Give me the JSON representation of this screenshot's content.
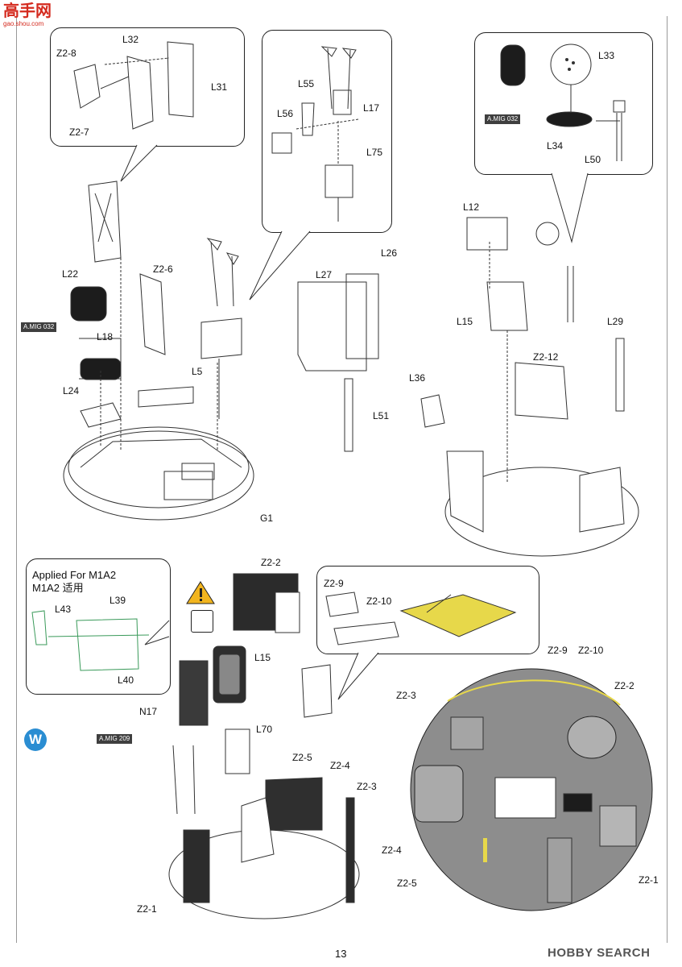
{
  "header": {
    "logo_text": "高手网",
    "logo_url_text": "gao.shou.com"
  },
  "footer": {
    "page_number": "13",
    "watermark": "HOBBY SEARCH"
  },
  "step_marker": "W",
  "paint_tags": [
    "A.MIG 032",
    "A.MIG 032",
    "A.MIG 209"
  ],
  "callouts": {
    "top_left": [
      "Z2-8",
      "L32",
      "L31",
      "Z2-7"
    ],
    "top_middle": [
      "L55",
      "L56",
      "L17",
      "L75"
    ],
    "top_right": [
      "L33",
      "L34",
      "L50"
    ],
    "applied_box": {
      "title_line1": "Applied For M1A2",
      "title_line2": "M1A2 适用",
      "labels": [
        "L43",
        "L39",
        "L40"
      ]
    },
    "middle_right": [
      "Z2-9",
      "Z2-10"
    ]
  },
  "left_assembly_labels": [
    "L22",
    "L18",
    "L24",
    "Z2-6",
    "L5",
    "L27",
    "L26",
    "L51",
    "G1"
  ],
  "right_assembly_labels": [
    "L12",
    "L15",
    "Z2-12",
    "L29",
    "L36"
  ],
  "bottom_left_labels": [
    "Z2-2",
    "L15",
    "N17",
    "L70",
    "Z2-5",
    "Z2-4",
    "Z2-3",
    "Z2-1"
  ],
  "bottom_right_labels": [
    "Z2-9",
    "Z2-10",
    "Z2-3",
    "Z2-2",
    "Z2-4",
    "Z2-5",
    "Z2-1"
  ],
  "colors": {
    "accent_red": "#d42a1e",
    "step_blue": "#2a8dd2",
    "tag_gray": "#3f3f3f",
    "floor_gray": "#8d8d8d",
    "decal_yellow": "#e7d84a"
  }
}
